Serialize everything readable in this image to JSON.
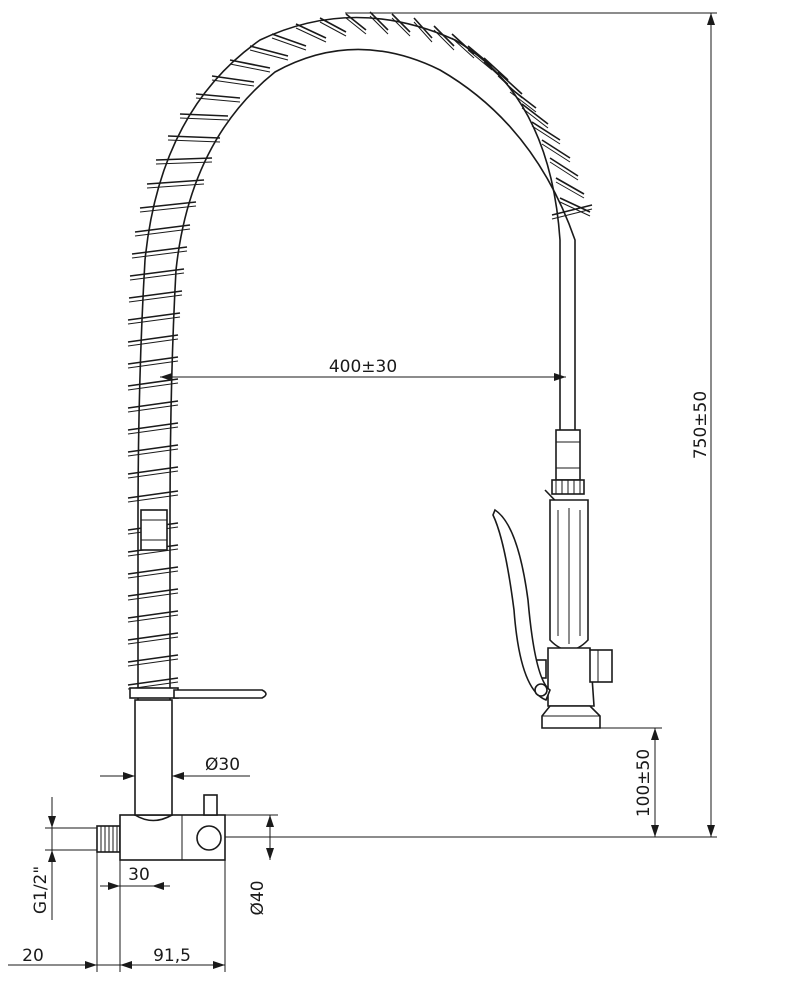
{
  "drawing": {
    "dimensions": {
      "total_height": "750±50",
      "reach": "400±30",
      "spray_height": "100±50",
      "riser_diameter": "Ø30",
      "body_diameter": "Ø40",
      "thread": "G1/2\"",
      "body_depth": "30",
      "wall_offset": "20",
      "body_projection": "91,5"
    },
    "colors": {
      "line": "#1a1a1a",
      "background": "#ffffff"
    }
  }
}
